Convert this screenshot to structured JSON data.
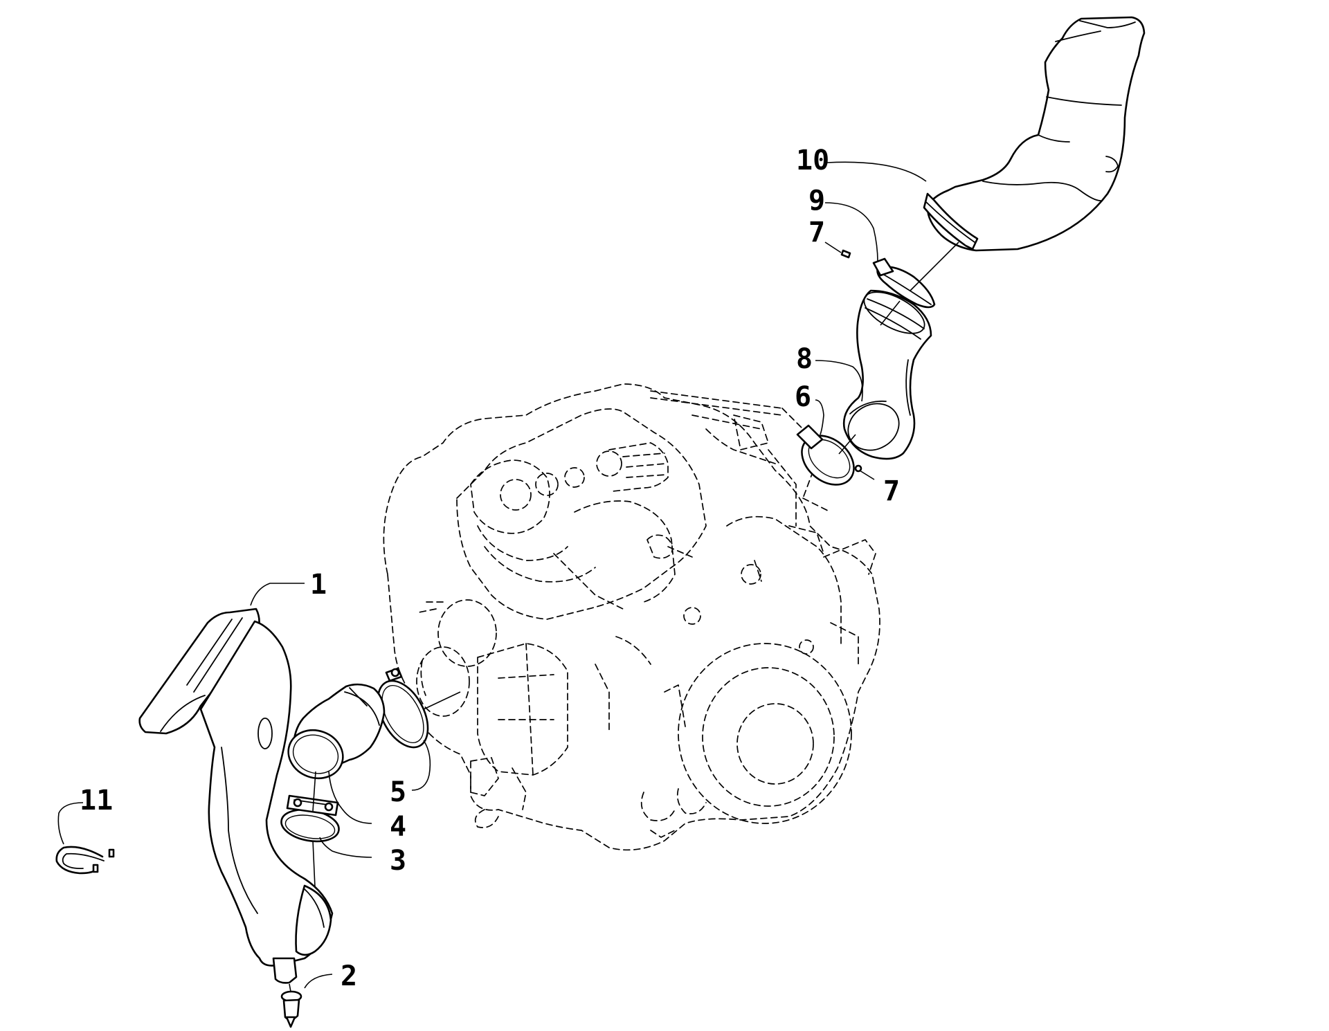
{
  "diagram": {
    "callouts": [
      {
        "id": "c1",
        "label": "1"
      },
      {
        "id": "c2",
        "label": "2"
      },
      {
        "id": "c3",
        "label": "3"
      },
      {
        "id": "c4",
        "label": "4"
      },
      {
        "id": "c5",
        "label": "5"
      },
      {
        "id": "c6",
        "label": "6"
      },
      {
        "id": "c7a",
        "label": "7"
      },
      {
        "id": "c7b",
        "label": "7"
      },
      {
        "id": "c8",
        "label": "8"
      },
      {
        "id": "c9",
        "label": "9"
      },
      {
        "id": "c10",
        "label": "10"
      },
      {
        "id": "c11",
        "label": "11"
      }
    ]
  }
}
